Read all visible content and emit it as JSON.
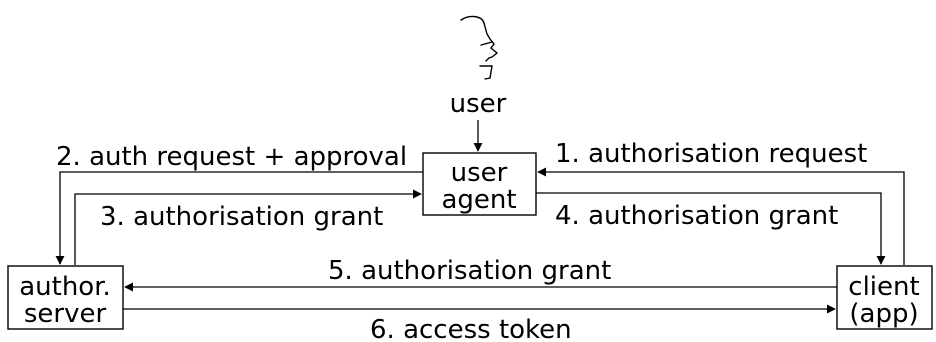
{
  "user": {
    "label": "user"
  },
  "nodes": {
    "user_agent": {
      "line1": "user",
      "line2": "agent"
    },
    "auth_server": {
      "line1": "author.",
      "line2": "server"
    },
    "client": {
      "line1": "client",
      "line2": "(app)"
    }
  },
  "edges": {
    "e1": "1. authorisation request",
    "e2": "2. auth request + approval",
    "e3": "3. authorisation grant",
    "e4": "4. authorisation grant",
    "e5": "5. authorisation grant",
    "e6": "6. access token"
  }
}
